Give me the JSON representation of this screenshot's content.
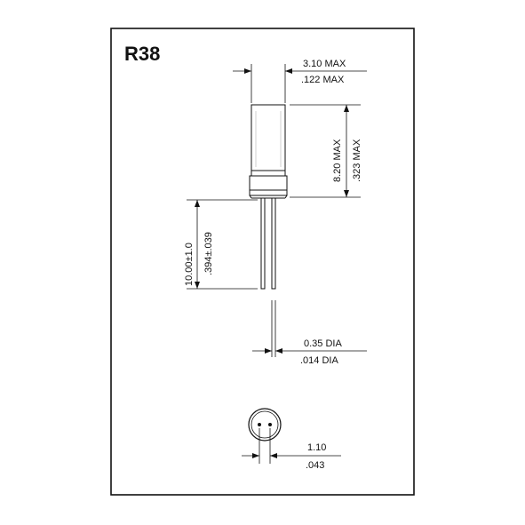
{
  "title": "R38",
  "dimensions": {
    "width_metric": "3.10 MAX",
    "width_imperial": ".122 MAX",
    "height_metric": "8.20 MAX",
    "height_imperial": ".323 MAX",
    "lead_length_metric": "10.00±1.0",
    "lead_length_imperial": ".394±.039",
    "lead_dia_metric": "0.35 DIA",
    "lead_dia_imperial": ".014 DIA",
    "pitch_metric": "1.10",
    "pitch_imperial": ".043"
  }
}
